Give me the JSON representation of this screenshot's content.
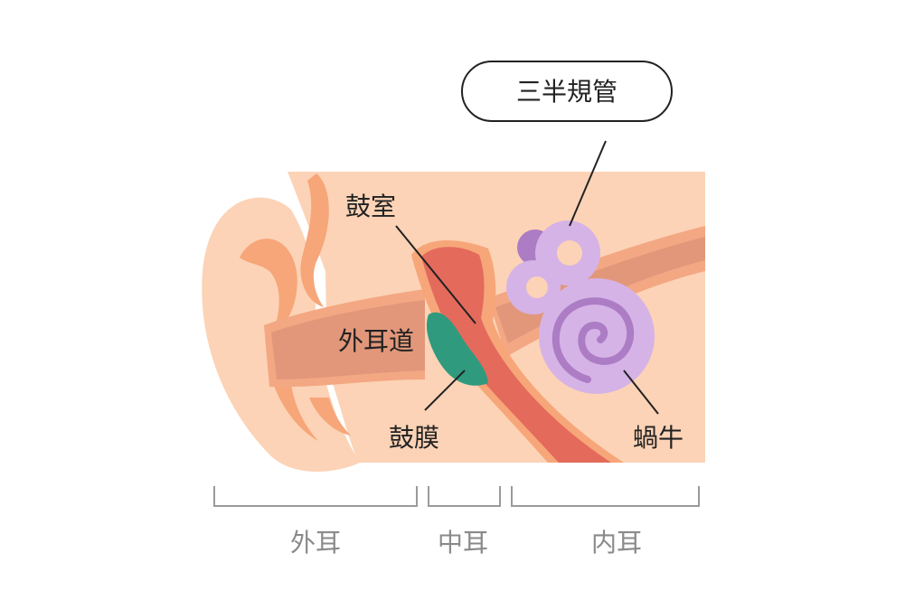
{
  "labels": {
    "semicircular_canals": "三半規管",
    "tympanic_cavity": "鼓室",
    "ear_canal": "外耳道",
    "eardrum": "鼓膜",
    "cochlea": "蝸牛"
  },
  "sections": {
    "outer_ear": "外耳",
    "middle_ear": "中耳",
    "inner_ear": "内耳"
  },
  "colors": {
    "skin": "#fcd3b6",
    "skin_dark": "#f6a679",
    "canal": "#e2977a",
    "tube": "#e46a5c",
    "eardrum": "#2f9a7e",
    "inner_light": "#d5b3e6",
    "inner_dark": "#ac7cc4",
    "bracket": "#9a9a9a"
  }
}
